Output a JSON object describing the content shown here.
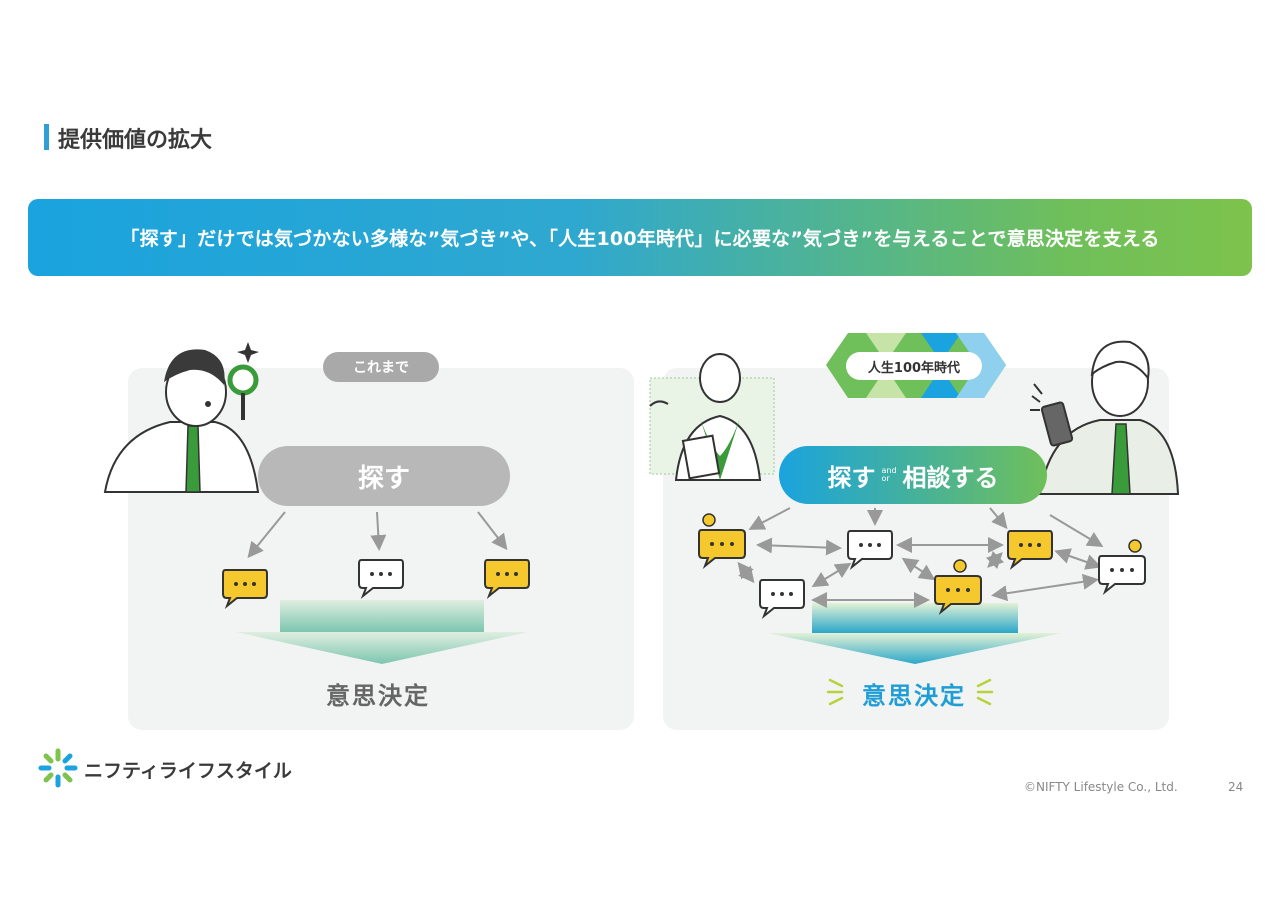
{
  "header": {
    "title": "提供価値の拡大"
  },
  "banner": {
    "text": "「探す」だけでは気づかない多様な”気づき”や、「人生100年時代」に必要な”気づき”を与えることで意思決定を支える"
  },
  "left_panel": {
    "tag": "これまで",
    "action": "探す",
    "result": "意思決定"
  },
  "right_panel": {
    "era": "人生100年時代",
    "action_a": "探す",
    "and_text": "and",
    "or_text": "or",
    "action_b": "相談する",
    "result": "意思決定"
  },
  "footer": {
    "brand": "ニフティライフスタイル",
    "copyright": "©NIFTY Lifestyle Co., Ltd.",
    "page": "24"
  },
  "colors": {
    "blue": "#1aa3de",
    "green": "#7dc34c",
    "yellow": "#f5c82e",
    "grey": "#b8b8b8"
  }
}
